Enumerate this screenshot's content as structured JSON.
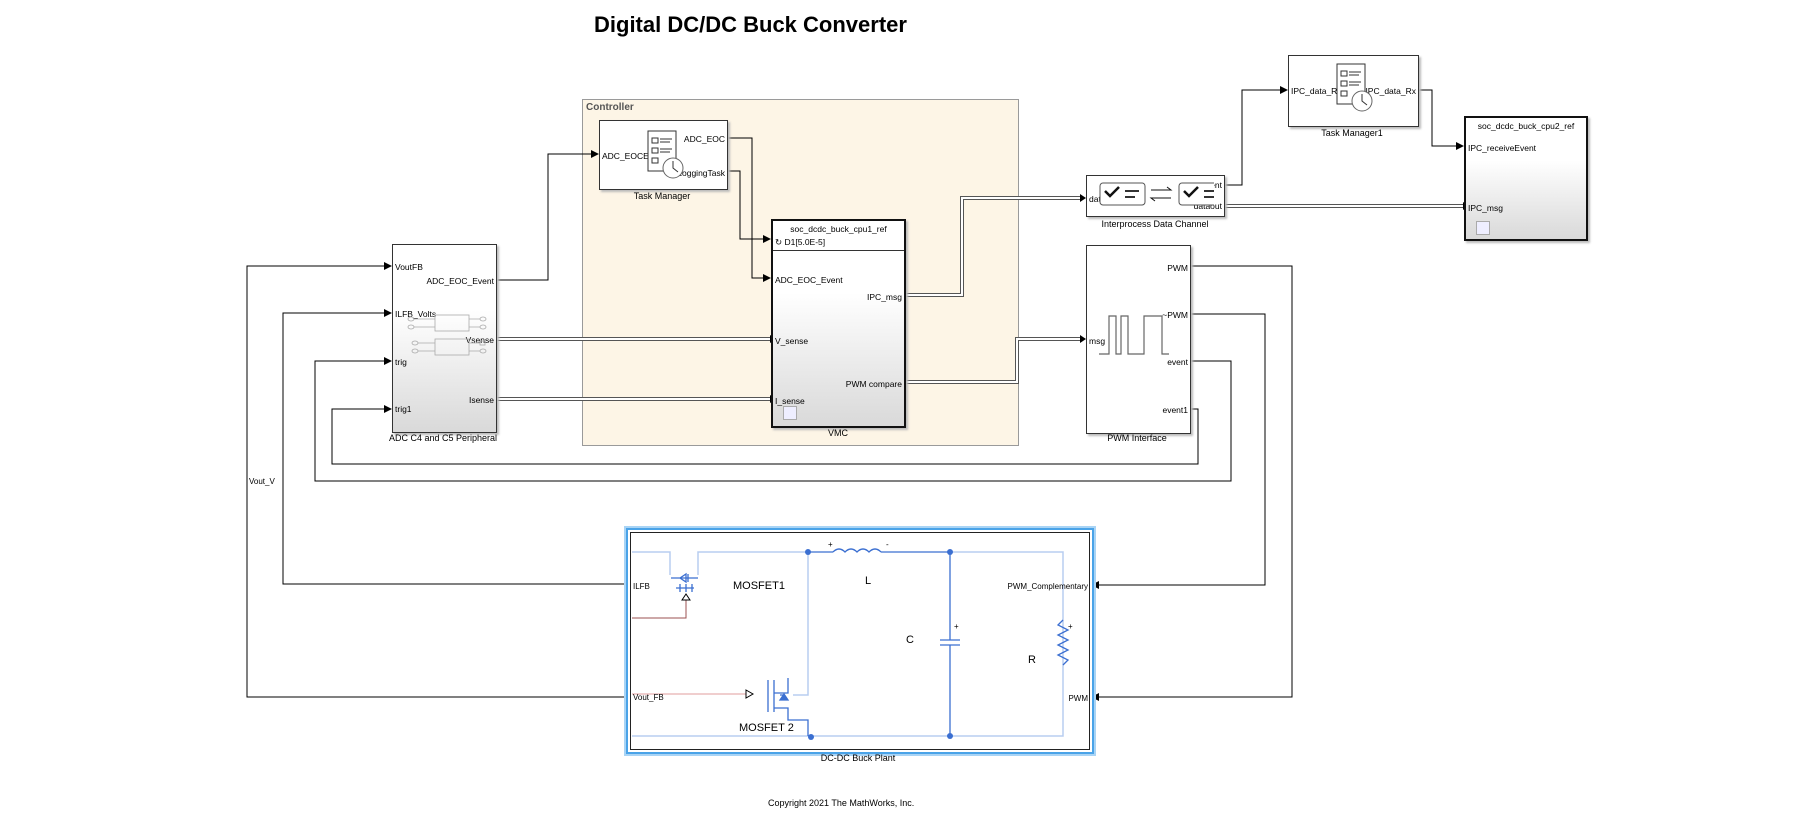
{
  "title": "Digital DC/DC Buck Converter",
  "copyright": "Copyright 2021 The MathWorks, Inc.",
  "controller_area": {
    "label": "Controller"
  },
  "blocks": {
    "adc": {
      "name": "ADC C4 and C5 Peripheral",
      "inputs": [
        "VoutFB",
        "ILFB_Volts",
        "trig",
        "trig1"
      ],
      "outputs": [
        "ADC_EOC_Event",
        "Vsense",
        "Isense"
      ]
    },
    "task_manager": {
      "name": "Task Manager",
      "inputs": [
        "ADC_EOCEvent"
      ],
      "outputs": [
        "ADC_EOC",
        "LoggingTask"
      ]
    },
    "vmc": {
      "name": "VMC",
      "model_ref": "soc_dcdc_buck_cpu1_ref",
      "task_port": "D1[5.0E-5]",
      "inputs": [
        "ADC_EOC_Event",
        "V_sense",
        "I_sense"
      ],
      "outputs": [
        "IPC_msg",
        "PWM compare"
      ]
    },
    "ipc_channel": {
      "name": "Interprocess Data Channel",
      "inputs": [
        "datain"
      ],
      "outputs": [
        "event",
        "dataout"
      ]
    },
    "task_manager1": {
      "name": "Task Manager1",
      "inputs": [
        "IPC_data_RxEvent"
      ],
      "outputs": [
        "IPC_data_Rx"
      ]
    },
    "cpu2": {
      "model_ref": "soc_dcdc_buck_cpu2_ref",
      "inputs": [
        "IPC_receiveEvent",
        "IPC_msg"
      ]
    },
    "pwm": {
      "name": "PWM Interface",
      "inputs": [
        "msg"
      ],
      "outputs": [
        "PWM",
        "~PWM",
        "event",
        "event1"
      ]
    },
    "plant": {
      "name": "DC-DC Buck Plant",
      "left_ports": [
        "ILFB",
        "Vout_FB"
      ],
      "right_ports": [
        "PWM_Complementary",
        "PWM"
      ],
      "components": {
        "mosfet1": "MOSFET1",
        "mosfet2": "MOSFET 2",
        "inductor": "L",
        "capacitor": "C",
        "resistor": "R",
        "plus": "+",
        "minus": "-"
      }
    }
  },
  "signals": {
    "vout": "Vout_V"
  },
  "colors": {
    "controller_bg": "#fdf5e6",
    "plant_highlight": "#4aa3e8",
    "circuit": "#3b6fd1",
    "wire": "#000000"
  }
}
